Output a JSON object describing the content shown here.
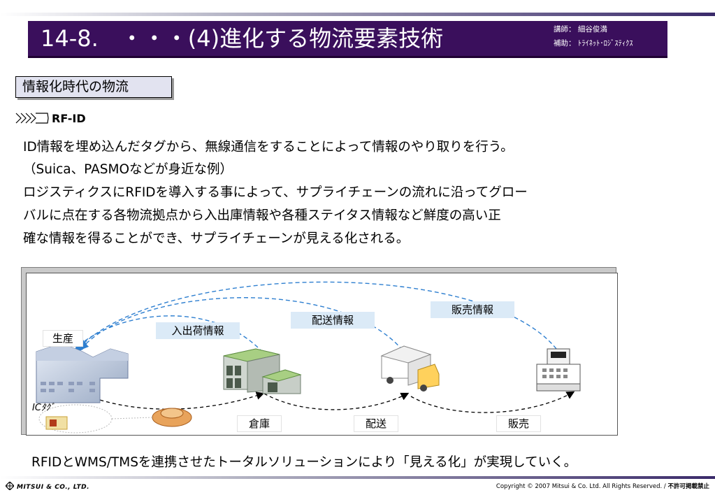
{
  "header": {
    "title": "14-8.　・・・(4)進化する物流要素技術",
    "lecturer": "講師： 細谷俊満",
    "assistant": "補助： ﾄﾗｲﾈｯﾄ･ﾛｼﾞｽﾃｨｸｽ"
  },
  "section": {
    "label": "情報化時代の物流"
  },
  "rfid": {
    "heading": "RF-ID",
    "lines": [
      "ID情報を埋め込んだタグから、無線通信をすることによって情報のやり取りを行う。",
      "（Suica、PASMOなどが身近な例）",
      "ロジスティクスにRFIDを導入する事によって、サプライチェーンの流れに沿ってグロー",
      "バルに点在する各物流拠点から入出庫情報や各種ステイタス情報など鮮度の高い正",
      "確な情報を得ることができ、サプライチェーンが見える化される。"
    ]
  },
  "diagram": {
    "production": "生産",
    "inout_info": "入出荷情報",
    "delivery_info": "配送情報",
    "sales_info": "販売情報",
    "warehouse": "倉庫",
    "delivery": "配送",
    "sales": "販売",
    "ic_tag": "ICﾀｸﾞ"
  },
  "bottom_note": "RFIDとWMS/TMSを連携させたトータルソリューションにより「見える化」が実現していく。",
  "footer": {
    "logo": "MITSUI & CO., LTD.",
    "copyright": "Copyright © 2007 Mitsui & Co. Ltd. All Rights Reserved. / ",
    "notice": "不許可掲載禁止"
  },
  "colors": {
    "title_bar": "#3a0f5c",
    "section_fill": "#e2e3f0",
    "info_label_fill": "#dbeaf7",
    "info_arrow": "#2e7fd0"
  }
}
